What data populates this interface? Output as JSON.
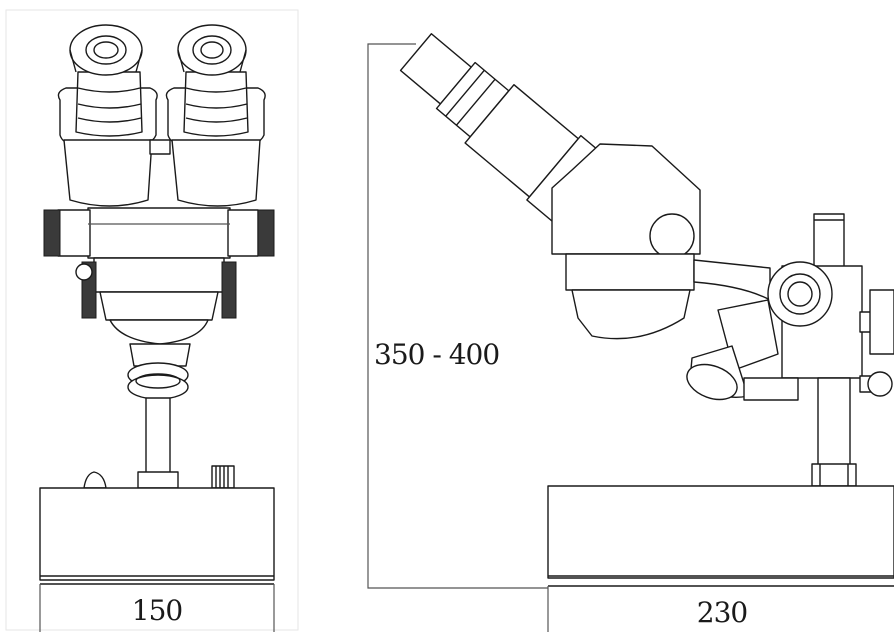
{
  "front_view": {
    "width_label": "150"
  },
  "side_view": {
    "height_label": "350 - 400",
    "width_label": "230"
  },
  "colors": {
    "line": "#1a1a1a",
    "dimension_line": "#555555",
    "knurl": "#3a3a3a",
    "background": "#ffffff"
  }
}
